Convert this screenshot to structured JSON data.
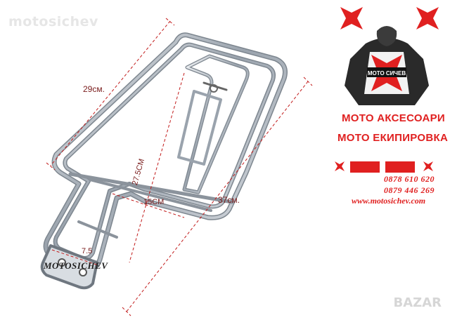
{
  "watermark_top": "motosichev",
  "dimensions": {
    "d1": "29см.",
    "d2": "27.5CM",
    "d3": "15CM",
    "d4": "37см.",
    "d5": "7.5"
  },
  "watermark_bottom": "MOTOSICHEV",
  "brand": {
    "logo_text": "MOTO СИЧЕВ",
    "line1": "МОТО АКСЕСОАРИ",
    "line2": "МОТО ЕКИПИРОВКА",
    "phone1": "0878 610 620",
    "phone2": "0879 446 269",
    "website": "www.motosichev.com"
  },
  "site_watermark": "BAZAR",
  "colors": {
    "accent": "#e02020",
    "dimension_line": "#c21b1b",
    "chrome": "#8f98a4"
  }
}
